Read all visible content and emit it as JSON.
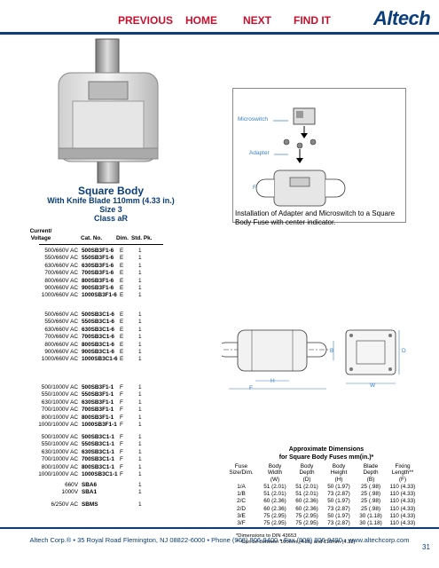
{
  "nav": {
    "previous": "PREVIOUS",
    "home": "HOME",
    "next": "NEXT",
    "find_it": "FIND IT"
  },
  "logo": "Altech",
  "title": "Square Body",
  "subtitle1": "With Knife Blade 110mm (4.33 in.)",
  "subtitle2": "Size 3",
  "subtitle3": "Class aR",
  "table_header": {
    "voltage": "Current/\nVoltage",
    "cat": "Cat. No.",
    "dim": "Dim.",
    "pk": "Std. Pk."
  },
  "group1": [
    [
      "500/660V AC",
      "500SB3F1-6",
      "E",
      "1"
    ],
    [
      "550/660V AC",
      "550SB3F1-6",
      "E",
      "1"
    ],
    [
      "630/660V AC",
      "630SB3F1-6",
      "E",
      "1"
    ],
    [
      "700/660V AC",
      "700SB3F1-6",
      "E",
      "1"
    ],
    [
      "800/660V AC",
      "800SB3F1-6",
      "E",
      "1"
    ],
    [
      "900/660V AC",
      "900SB3F1-6",
      "E",
      "1"
    ],
    [
      "1000/660V AC",
      "1000SB3F1-6",
      "E",
      "1"
    ]
  ],
  "group2": [
    [
      "500/660V AC",
      "500SB3C1-6",
      "E",
      "1"
    ],
    [
      "550/660V AC",
      "550SB3C1-6",
      "E",
      "1"
    ],
    [
      "630/660V AC",
      "630SB3C1-6",
      "E",
      "1"
    ],
    [
      "700/660V AC",
      "700SB3C1-6",
      "E",
      "1"
    ],
    [
      "800/660V AC",
      "800SB3C1-6",
      "E",
      "1"
    ],
    [
      "900/660V AC",
      "900SB3C1-6",
      "E",
      "1"
    ],
    [
      "1000/660V AC",
      "1000SB3C1-6",
      "E",
      "1"
    ]
  ],
  "group3": [
    [
      "500/1000V AC",
      "500SB3F1-1",
      "F",
      "1"
    ],
    [
      "550/1000V AC",
      "550SB3F1-1",
      "F",
      "1"
    ],
    [
      "630/1000V AC",
      "630SB3F1-1",
      "F",
      "1"
    ],
    [
      "700/1000V AC",
      "700SB3F1-1",
      "F",
      "1"
    ],
    [
      "800/1000V AC",
      "800SB3F1-1",
      "F",
      "1"
    ],
    [
      "1000/1000V AC",
      "1000SB3F1-1",
      "F",
      "1"
    ]
  ],
  "group4": [
    [
      "500/1000V AC",
      "500SB3C1-1",
      "F",
      "1"
    ],
    [
      "550/1000V AC",
      "550SB3C1-1",
      "F",
      "1"
    ],
    [
      "630/1000V AC",
      "630SB3C1-1",
      "F",
      "1"
    ],
    [
      "700/1000V AC",
      "700SB3C1-1",
      "F",
      "1"
    ],
    [
      "800/1000V AC",
      "800SB3C1-1",
      "F",
      "1"
    ],
    [
      "1000/1000V AC",
      "1000SB3C1-1",
      "F",
      "1"
    ]
  ],
  "group5": [
    [
      "660V",
      "SBA6",
      "",
      "1"
    ],
    [
      "1000V",
      "SBA1",
      "",
      "1"
    ]
  ],
  "group6": [
    [
      "6/250V AC",
      "SBMS",
      "",
      "1"
    ]
  ],
  "panel_labels": {
    "microswitch": "Microswitch",
    "adapter": "Adapter",
    "fuse": "Fuse"
  },
  "caption": "Installation of Adapter and Microswitch to a Square Body Fuse with center indicator.",
  "dim_labels": {
    "b": "B",
    "d": "D",
    "h": "H",
    "f": "F",
    "w": "W"
  },
  "dims": {
    "title1": "Approximate Dimensions",
    "title2": "for Square Body Fuses mm(in.)*",
    "headers": [
      [
        "Fuse",
        "Size/Dim."
      ],
      [
        "Body",
        "Width",
        "(W)"
      ],
      [
        "Body",
        "Depth",
        "(D)"
      ],
      [
        "Body",
        "Height",
        "(H)"
      ],
      [
        "Blade",
        "Depth",
        "(B)"
      ],
      [
        "Fixing",
        "Length**",
        "(F)"
      ]
    ],
    "rows": [
      [
        "1/A",
        "51 (2.01)",
        "51 (2.01)",
        "50 (1.97)",
        "25 (.98)",
        "110 (4.33)"
      ],
      [
        "1/B",
        "51 (2.01)",
        "51 (2.01)",
        "73 (2.87)",
        "25 (.98)",
        "110 (4.33)"
      ],
      [
        "2/C",
        "60 (2.36)",
        "60 (2.36)",
        "50 (1.97)",
        "25 (.98)",
        "110 (4.33)"
      ],
      [
        "2/D",
        "60 (2.36)",
        "60 (2.36)",
        "73 (2.87)",
        "25 (.98)",
        "110 (4.33)"
      ],
      [
        "3/E",
        "75 (2.95)",
        "75 (2.95)",
        "50 (1.97)",
        "30 (1.18)",
        "110 (4.33)"
      ],
      [
        "3/F",
        "75 (2.95)",
        "75 (2.95)",
        "73 (2.87)",
        "30 (1.18)",
        "110 (4.33)"
      ]
    ],
    "note1": "*Dimensions to DIN 43653",
    "note2": "** Can be between 106mm (4.25) and 110mm (4.33)"
  },
  "footer": "Altech Corp.® • 35 Royal Road Flemington, NJ 08822-6000 • Phone (908) 806-9400 • Fax (908) 806-9490 • www.altechcorp.com",
  "page_number": "31",
  "colors": {
    "brand_blue": "#0a3d7a",
    "nav_red": "#c8102e"
  }
}
